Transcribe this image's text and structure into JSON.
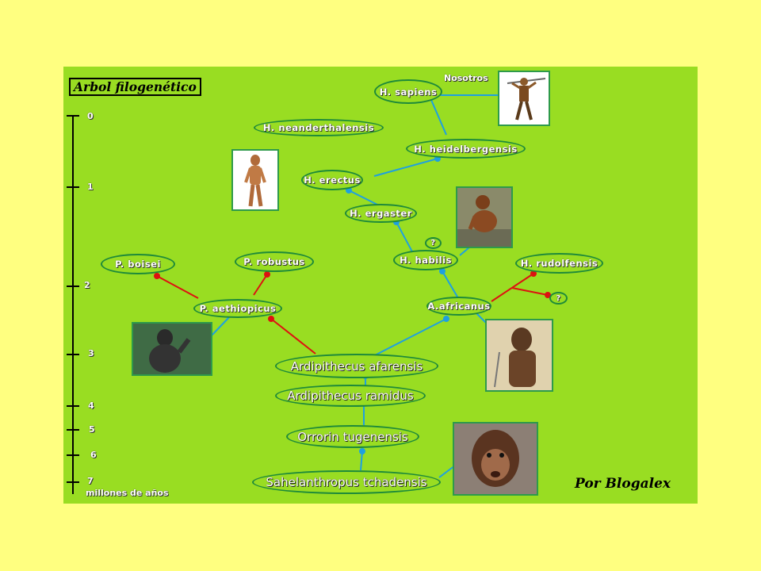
{
  "title": "Arbol filogenético",
  "credit": "Por Blogalex",
  "time_axis": {
    "caption": "millones de años",
    "ticks": [
      "0",
      "1",
      "2",
      "3",
      "4",
      "5",
      "6",
      "7"
    ]
  },
  "annotation": "Nosotros",
  "nodes": {
    "sapiens": "H. sapiens",
    "neanderthalensis": "H. neanderthalensis",
    "heidelbergensis": "H. heidelbergensis",
    "erectus": "H. erectus",
    "ergaster": "H. ergaster",
    "unknown_1": "?",
    "habilis": "H. habilis",
    "rudolfensis": "H. rudolfensis",
    "unknown_2": "?",
    "boisei": "P. boisei",
    "robustus": "P. robustus",
    "aethiopicus": "P. aethiopicus",
    "africanus": "A.africanus",
    "afarensis": "Ardipithecus afarensis",
    "ramidus": "Ardipithecus ramidus",
    "tugenensis": "Orrorin tugenensis",
    "tchadensis": "Sahelanthropus tchadensis"
  },
  "colors": {
    "background": "#ffff80",
    "panel": "#99dd22",
    "homo_branch": "#1ea0e0",
    "paranthropus_branch": "#dd1111",
    "node_border": "#1e8a3a"
  }
}
